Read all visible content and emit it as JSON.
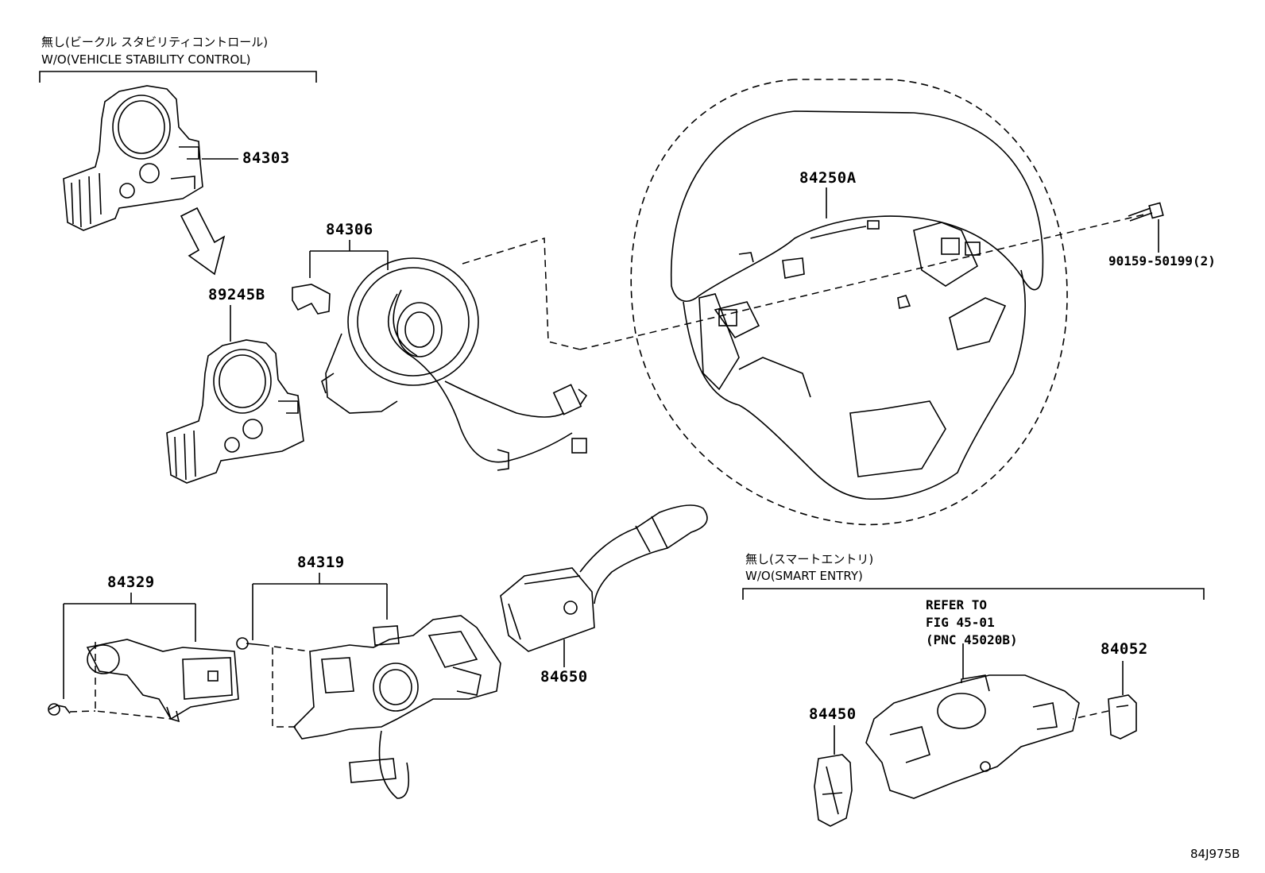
{
  "notes": {
    "vsc_jp": "無し(ビークル スタビリティコントロール)",
    "vsc_en": "W/O(VEHICLE STABILITY CONTROL)",
    "smart_jp": "無し(スマートエントリ)",
    "smart_en": "W/O(SMART ENTRY)",
    "refer_1": "REFER TO",
    "refer_2": "FIG 45-01",
    "refer_3": "(PNC 45020B)"
  },
  "parts": {
    "p84303": "84303",
    "p89245B": "89245B",
    "p84306": "84306",
    "p84250A": "84250A",
    "p90159": "90159-50199(2)",
    "p84329": "84329",
    "p84319": "84319",
    "p84650": "84650",
    "p84450": "84450",
    "p84052": "84052"
  },
  "diagram_code": "84J975B"
}
